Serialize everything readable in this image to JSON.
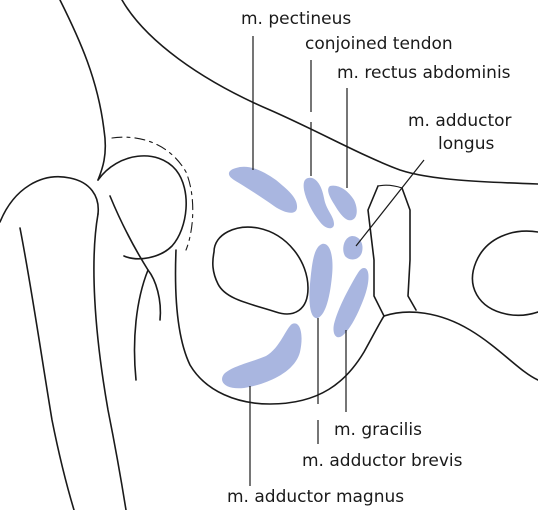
{
  "colors": {
    "attachment_fill": "#a9b6e0",
    "line": "#1a1a1a",
    "background": "#ffffff"
  },
  "labels": {
    "pectineus": "m. pectineus",
    "conjoined_tendon": "conjoined tendon",
    "rectus_abdominis": "m. rectus abdominis",
    "adductor_longus_1": "m. adductor",
    "adductor_longus_2": "longus",
    "gracilis": "m. gracilis",
    "adductor_brevis": "m. adductor brevis",
    "adductor_magnus": "m. adductor magnus"
  }
}
